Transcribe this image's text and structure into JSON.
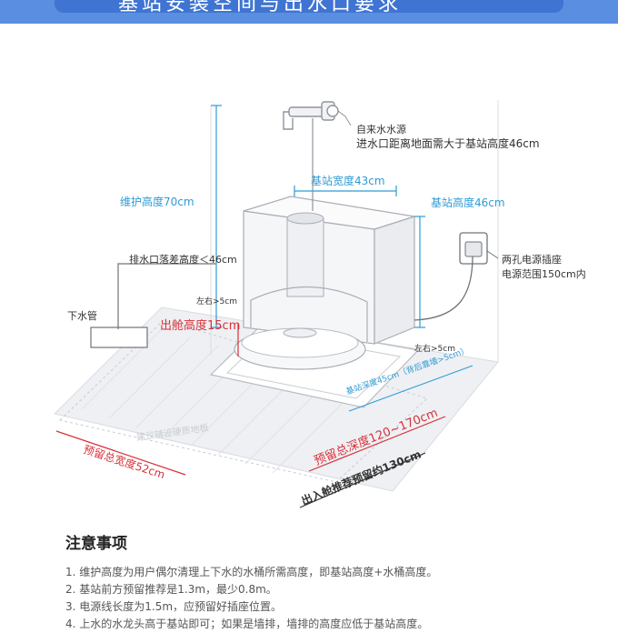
{
  "banner": {
    "title": "基站安装空间与出水口要求"
  },
  "diagram": {
    "water_source_label": "自来水水源",
    "water_inlet_label": "进水口距离地面需大于基站高度46cm",
    "station_width_label": "基站宽度43cm",
    "station_height_label": "基站高度46cm",
    "maintenance_height_label": "维护高度70cm",
    "drain_drop_label": "排水口落差高度＜46cm",
    "drain_pipe_label": "下水管",
    "exit_height_label": "出舱高度15cm",
    "left_right_top_label": "左右>5cm",
    "left_right_side_label": "左右>5cm",
    "socket_label": "两孔电源插座",
    "socket_range_label": "电源范围150cm内",
    "station_depth_label": "基站深度45cm（背后靠墙>5cm）",
    "reserve_width_label": "预留总宽度52cm",
    "reserve_depth_label": "预留总深度120~170cm",
    "exit_recommend_label": "出入舱推荐预留约130cm",
    "floor_watermark": "建议铺设硬质地板"
  },
  "notes": {
    "title": "注意事项",
    "items": [
      "1. 维护高度为用户偶尔清理上下水的水桶所需高度，即基站高度+水桶高度。",
      "2. 基站前方预留推荐是1.3m，最少0.8m。",
      "3. 电源线长度为1.5m，应预留好插座位置。",
      "4. 上水的水龙头高于基站即可；如果是墙排，墙排的高度应低于基站高度。"
    ]
  },
  "colors": {
    "dimension_blue": "#2f9bd6",
    "dimension_red": "#d8313a",
    "banner_blue": "#3f74d2",
    "text_dark": "#333333"
  }
}
